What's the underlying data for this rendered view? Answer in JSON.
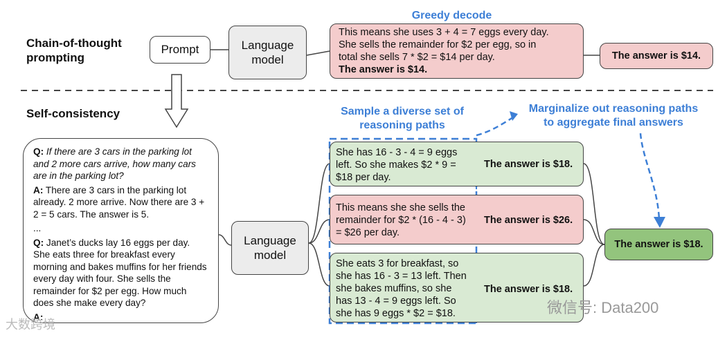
{
  "section_cot": "Chain-of-thought\nprompting",
  "section_sc": "Self-consistency",
  "prompt_box": "Prompt",
  "lm_top": "Language\nmodel",
  "lm_bottom": "Language\nmodel",
  "greedy_title": "Greedy decode",
  "greedy_text": "This means she uses 3 + 4 = 7 eggs every day.\nShe sells the remainder for $2 per egg, so in\ntotal she sells 7 * $2 = $14 per day.",
  "greedy_answer_inline": "The answer is $14.",
  "greedy_answer": "The answer is $14.",
  "sample_title": "Sample a diverse set of\nreasoning paths",
  "marginalize_title": "Marginalize out reasoning paths\nto aggregate final answers",
  "paths": [
    {
      "text": "She has 16 - 3 - 4 = 9 eggs\nleft. So she makes $2 * 9 =\n$18 per day.",
      "answer": "The answer is $18."
    },
    {
      "text": "This means she she sells the\nremainder for $2 * (16 - 4 - 3)\n= $26 per day.",
      "answer": "The answer is $26."
    },
    {
      "text": "She eats 3 for breakfast, so\nshe has 16 - 3 = 13 left. Then\nshe bakes muffins, so she\nhas 13 - 4 = 9 eggs left. So\nshe has 9 eggs * $2 = $18.",
      "answer": "The answer is $18."
    }
  ],
  "final_answer": "The answer is $18.",
  "prompt_text": {
    "q1_label": "Q:",
    "q1": "If there are 3 cars in the parking lot and 2 more cars arrive, how many cars are in the parking lot?",
    "a1_label": "A:",
    "a1": "There are 3 cars in the parking lot already. 2 more arrive. Now there are 3 + 2 = 5 cars. The answer is 5.",
    "ellipsis": "...",
    "q2_label": "Q:",
    "q2": "Janet’s ducks lay 16 eggs per day. She eats three for breakfast every morning and bakes muffins for her friends every day with four. She sells the remainder for $2 per egg. How much does she make every day?",
    "a2_label": "A:"
  },
  "watermark_left": "大数跨境",
  "watermark_right": "微信号: Data200"
}
